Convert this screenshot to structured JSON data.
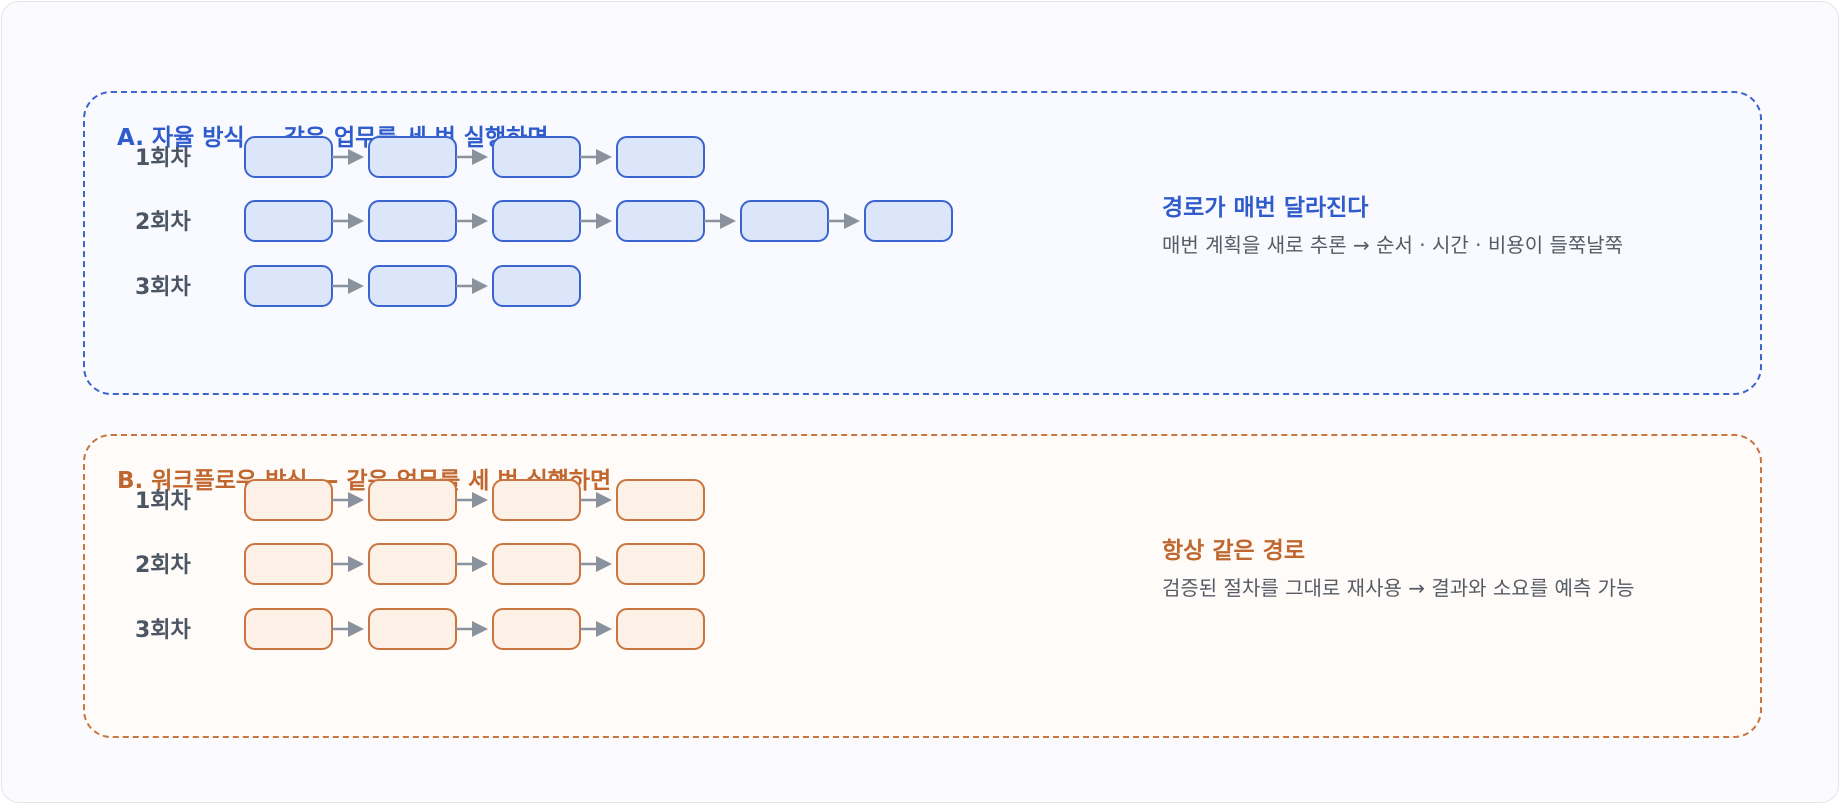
{
  "panels": [
    {
      "title": "A. 자율 방식 — 같은 업무를 세 번 실행하면",
      "rows": [
        {
          "label": "1회차",
          "steps": 4
        },
        {
          "label": "2회차",
          "steps": 6
        },
        {
          "label": "3회차",
          "steps": 3
        }
      ],
      "note_title": "경로가 매번 달라진다",
      "note_text": "매번 계획을 새로 추론 → 순서 · 시간 · 비용이 들쭉날쭉",
      "accent": "#2f5bcc",
      "node_fill": "#dbe6fb"
    },
    {
      "title": "B. 워크플로우 방식 — 같은 업무를 세 번 실행하면",
      "rows": [
        {
          "label": "1회차",
          "steps": 4
        },
        {
          "label": "2회차",
          "steps": 4
        },
        {
          "label": "3회차",
          "steps": 4
        }
      ],
      "note_title": "항상 같은 경로",
      "note_text": "검증된 절차를 그대로 재사용 → 결과와 소요를 예측 가능",
      "accent": "#c0672f",
      "node_fill": "#fdf0e7"
    }
  ],
  "arrow_color": "#8a929e"
}
